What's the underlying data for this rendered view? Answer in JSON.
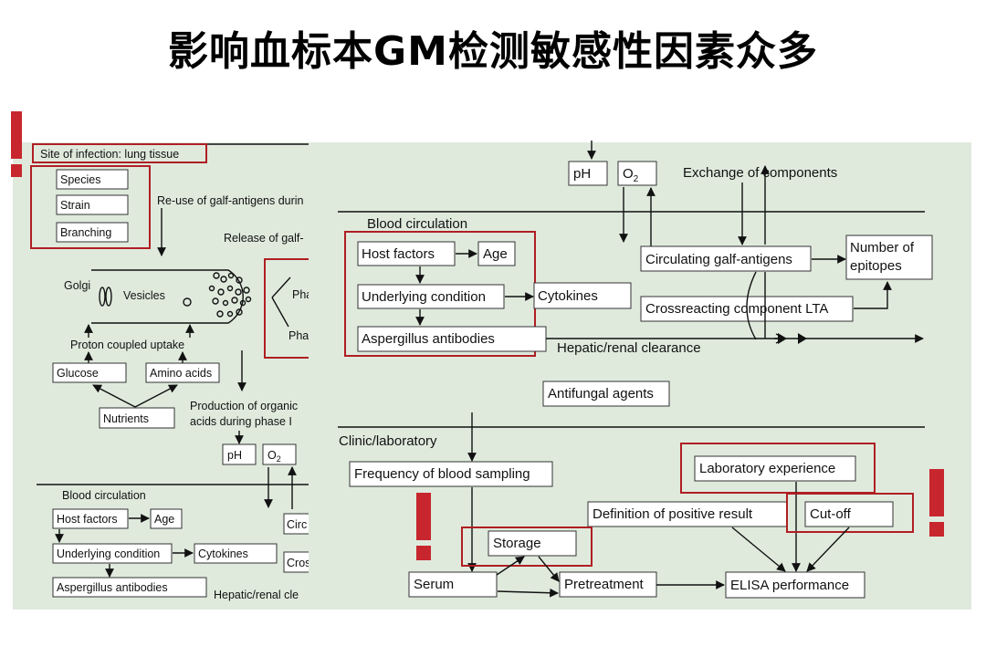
{
  "title": "影响血标本GM检测敏感性因素众多",
  "colors": {
    "panel": "#dfeadd",
    "highlight": "#b01e23",
    "mark": "#c8262e"
  },
  "left": {
    "site": "Site of infection: lung tissue",
    "species": "Species",
    "strain": "Strain",
    "branching": "Branching",
    "reuse": "Re-use of galf-antigens durin",
    "release": "Release of galf-",
    "golgi": "Golgi",
    "vesicles": "Vesicles",
    "pha1": "Pha",
    "pha2": "Pha",
    "proton": "Proton coupled uptake",
    "glucose": "Glucose",
    "amino": "Amino acids",
    "nutrients": "Nutrients",
    "prod1": "Production of organic",
    "prod2": "acids during phase I",
    "ph": "pH",
    "o2": "O",
    "o2sub": "2",
    "blood": "Blood circulation",
    "host": "Host factors",
    "age": "Age",
    "underlying": "Underlying condition",
    "cytokines": "Cytokines",
    "asp": "Aspergillus antibodies",
    "hepatic": "Hepatic/renal cle",
    "circ": "Circ",
    "cros": "Cros"
  },
  "right": {
    "ph": "pH",
    "o2": "O",
    "o2sub": "2",
    "exchange": "Exchange of components",
    "blood": "Blood circulation",
    "host": "Host factors",
    "age": "Age",
    "circulating": "Circulating galf-antigens",
    "epitopes1": "Number of",
    "epitopes2": "epitopes",
    "underlying": "Underlying condition",
    "cytokines": "Cytokines",
    "crossreacting": "Crossreacting component LTA",
    "asp": "Aspergillus antibodies",
    "hepatic": "Hepatic/renal clearance",
    "antifungal": "Antifungal agents",
    "clinic": "Clinic/laboratory",
    "frequency": "Frequency of blood sampling",
    "labexp": "Laboratory experience",
    "definition": "Definition of positive result",
    "cutoff": "Cut-off",
    "storage": "Storage",
    "serum": "Serum",
    "pretreatment": "Pretreatment",
    "elisa": "ELISA performance"
  }
}
